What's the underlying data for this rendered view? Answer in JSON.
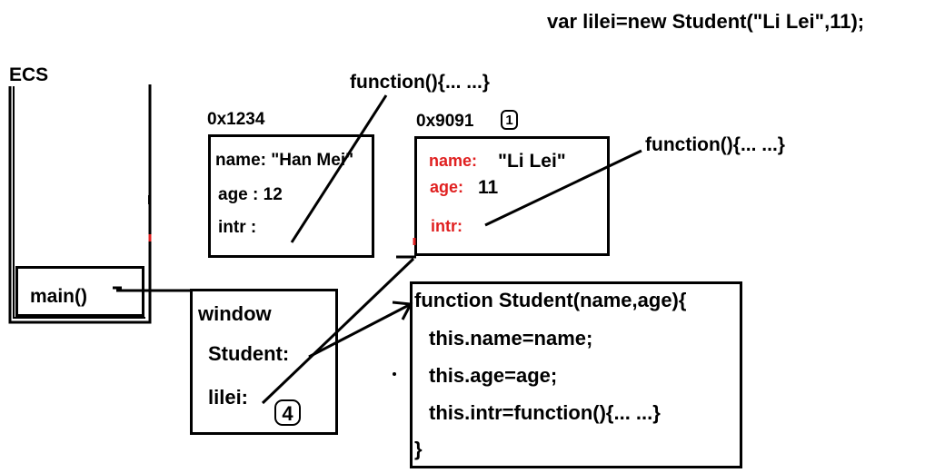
{
  "header": {
    "code": "var lilei=new Student(\"Li Lei\",11);"
  },
  "ecs": {
    "label": "ECS",
    "frame": "main()"
  },
  "obj1": {
    "address": "0x1234",
    "name_row": "name: \"Han Mei\"",
    "age_row": "age : 12",
    "intr_row": "intr :"
  },
  "obj2": {
    "address": "0x9091",
    "badge": "1",
    "name_key": "name:",
    "name_val": "\"Li Lei\"",
    "age_key": "age:",
    "age_val": "11",
    "intr_key": "intr:"
  },
  "func_labels": {
    "top": "function(){... ...}",
    "right": "function(){... ...}"
  },
  "window": {
    "title": "window",
    "student_key": "Student:",
    "lilei_key": "lilei:",
    "badge": "4"
  },
  "constructor": {
    "lines": [
      "function Student(name,age){",
      "this.name=name;",
      "this.age=age;",
      "this.intr=function(){... ...}",
      "}"
    ]
  },
  "colors": {
    "ink": "#000000",
    "accent": "#e02020"
  }
}
